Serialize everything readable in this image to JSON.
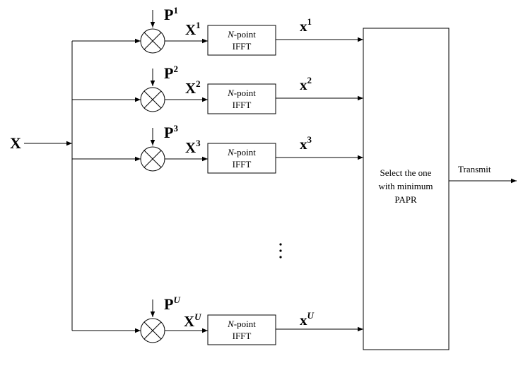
{
  "input": {
    "label": "X"
  },
  "branches": [
    {
      "phase_base": "P",
      "phase_sup": "1",
      "product_base": "X",
      "product_sup": "1",
      "out_base": "x",
      "out_sup": "1"
    },
    {
      "phase_base": "P",
      "phase_sup": "2",
      "product_base": "X",
      "product_sup": "2",
      "out_base": "x",
      "out_sup": "2"
    },
    {
      "phase_base": "P",
      "phase_sup": "3",
      "product_base": "X",
      "product_sup": "3",
      "out_base": "x",
      "out_sup": "3"
    },
    {
      "phase_base": "P",
      "phase_sup": "U",
      "product_base": "X",
      "product_sup": "U",
      "out_base": "x",
      "out_sup": "U"
    }
  ],
  "ifft": {
    "line1_italic": "N",
    "line1_rest": "-point",
    "line2": "IFFT"
  },
  "selector": {
    "lines": [
      "Select the one",
      "with minimum",
      "PAPR"
    ]
  },
  "output": {
    "label": "Transmit"
  },
  "icons": {
    "multiplier": "multiplier-icon",
    "ellipsis": "vertical-ellipsis-icon",
    "arrow": "arrowhead-icon"
  }
}
